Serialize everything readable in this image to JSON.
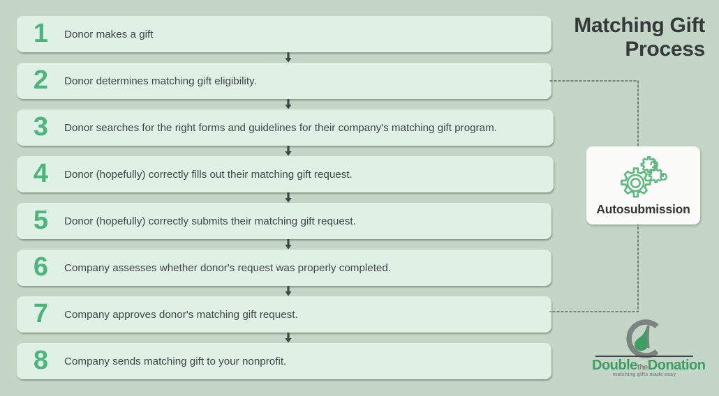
{
  "title": "Matching Gift Process",
  "title_line1": "Matching Gift",
  "title_line2": "Process",
  "colors": {
    "background": "#c3d6c7",
    "step_box": "#dff0e4",
    "step_number": "#4cb47c",
    "step_text": "#3f4644",
    "title": "#333a38",
    "card_background": "#fbfbfa",
    "gear_icon": "#5cb87f",
    "logo_green": "#3f9c63",
    "logo_grey": "#7c8480",
    "connector": "#4a524e"
  },
  "steps": [
    {
      "number": "1",
      "text": "Donor makes a gift"
    },
    {
      "number": "2",
      "text": "Donor determines matching gift eligibility."
    },
    {
      "number": "3",
      "text": "Donor searches for the right forms and guidelines for their company's matching gift program."
    },
    {
      "number": "4",
      "text": "Donor (hopefully) correctly fills out their matching gift request."
    },
    {
      "number": "5",
      "text": "Donor (hopefully) correctly submits their matching gift request."
    },
    {
      "number": "6",
      "text": "Company assesses whether donor's request was properly completed."
    },
    {
      "number": "7",
      "text": "Company approves donor's matching gift request."
    },
    {
      "number": "8",
      "text": "Company sends matching gift to your nonprofit."
    }
  ],
  "autosubmission": {
    "label": "Autosubmission",
    "icon": "gears-icon"
  },
  "logo": {
    "word_part1": "Double",
    "word_part2": "the",
    "word_part3": "Donation",
    "tagline": "matching gifts made easy"
  },
  "arrow_glyph": "arrow-down-icon"
}
